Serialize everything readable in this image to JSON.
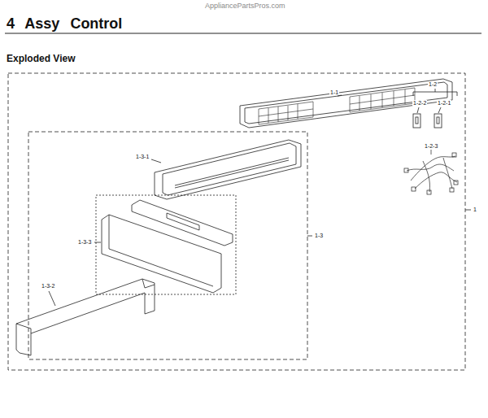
{
  "diagram": {
    "title": "4 Assy Control",
    "labels": [
      "AppliancePartsPros.com",
      "Exploded View",
      "1-1",
      "1-2",
      "1-2-2",
      "1-2-1",
      "1-2-3",
      "1-3-1",
      "1-3",
      "1-3-3",
      "1-3-2",
      "1"
    ]
  }
}
